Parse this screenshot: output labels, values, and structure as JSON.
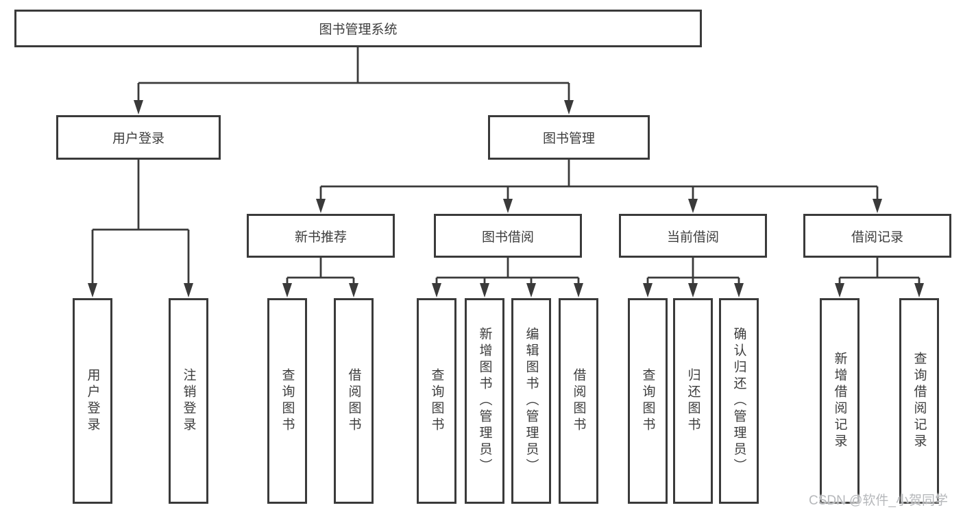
{
  "tree": {
    "root": "图书管理系统",
    "children": [
      {
        "label": "用户登录",
        "children": [
          {
            "label": "用户登录"
          },
          {
            "label": "注销登录"
          }
        ]
      },
      {
        "label": "图书管理",
        "children": [
          {
            "label": "新书推荐",
            "children": [
              {
                "label": "查询图书"
              },
              {
                "label": "借阅图书"
              }
            ]
          },
          {
            "label": "图书借阅",
            "children": [
              {
                "label": "查询图书"
              },
              {
                "label": "新增图书（管理员）"
              },
              {
                "label": "编辑图书（管理员）"
              },
              {
                "label": "借阅图书"
              }
            ]
          },
          {
            "label": "当前借阅",
            "children": [
              {
                "label": "查询图书"
              },
              {
                "label": "归还图书"
              },
              {
                "label": "确认归还（管理员）"
              }
            ]
          },
          {
            "label": "借阅记录",
            "children": [
              {
                "label": "新增借阅记录"
              },
              {
                "label": "查询借阅记录"
              }
            ]
          }
        ]
      }
    ]
  },
  "watermark": {
    "text": "CSDN @软件_小贺同学"
  },
  "colors": {
    "line": "#3a3a3a",
    "box_border": "#3a3a3a",
    "box_fill": "#ffffff",
    "text": "#3d3d3d",
    "watermark": "#b6b8bb",
    "background": "#ffffff"
  }
}
